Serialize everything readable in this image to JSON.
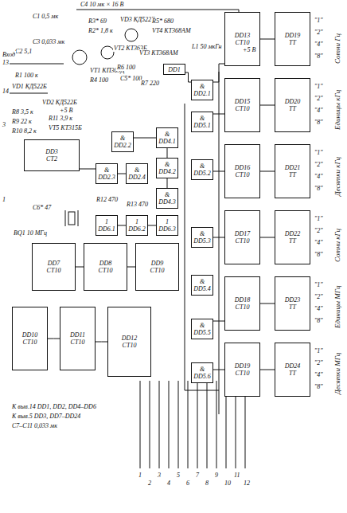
{
  "diagram": {
    "nodes": [
      {
        "text": [
          "DD1"
        ]
      },
      {
        "text": [
          "&",
          "DD2.1"
        ]
      },
      {
        "text": [
          "&",
          "DD5.1"
        ]
      },
      {
        "text": [
          "DD3",
          "CT2"
        ]
      },
      {
        "text": [
          "&",
          "DD2.2"
        ]
      },
      {
        "text": [
          "&",
          "DD2.3"
        ]
      },
      {
        "text": [
          "&",
          "DD2.4"
        ]
      },
      {
        "text": [
          "&",
          "DD4.1"
        ]
      },
      {
        "text": [
          "&",
          "DD4.2"
        ]
      },
      {
        "text": [
          "&",
          "DD4.3"
        ]
      },
      {
        "text": [
          "&",
          "DD5.2"
        ]
      },
      {
        "text": [
          "1",
          "DD6.1"
        ]
      },
      {
        "text": [
          "1",
          "DD6.2"
        ]
      },
      {
        "text": [
          "1",
          "DD6.3"
        ]
      },
      {
        "text": [
          "DD7",
          "CT10"
        ]
      },
      {
        "text": [
          "DD8",
          "CT10"
        ]
      },
      {
        "text": [
          "DD9",
          "CT10"
        ]
      },
      {
        "text": [
          "&",
          "DD5.3"
        ]
      },
      {
        "text": [
          "DD10",
          "CT10"
        ]
      },
      {
        "text": [
          "DD11",
          "CT10"
        ]
      },
      {
        "text": [
          "DD12",
          "CT10"
        ]
      },
      {
        "text": [
          "&",
          "DD5.4"
        ]
      },
      {
        "text": [
          "&",
          "DD5.5"
        ]
      },
      {
        "text": [
          "&",
          "DD5.6"
        ]
      },
      {
        "text": [
          "DD13",
          "CT10"
        ]
      },
      {
        "text": [
          "DD19",
          "TT"
        ]
      },
      {
        "text": [
          "DD15",
          "CT10"
        ]
      },
      {
        "text": [
          "DD20",
          "TT"
        ]
      },
      {
        "text": [
          "DD16",
          "CT10"
        ]
      },
      {
        "text": [
          "DD21",
          "TT"
        ]
      },
      {
        "text": [
          "DD17",
          "CT10"
        ]
      },
      {
        "text": [
          "DD22",
          "TT"
        ]
      },
      {
        "text": [
          "DD18",
          "CT10"
        ]
      },
      {
        "text": [
          "DD23",
          "TT"
        ]
      },
      {
        "text": [
          "DD19",
          "CT10"
        ]
      },
      {
        "text": [
          "DD24",
          "TT"
        ]
      }
    ],
    "edges": [
      {
        "from": 0,
        "to": 1,
        "arrow": "none"
      },
      {
        "from": 1,
        "to": 24,
        "arrow": "none"
      },
      {
        "from": 2,
        "to": 26,
        "arrow": "none"
      },
      {
        "from": 10,
        "to": 28,
        "arrow": "none"
      },
      {
        "from": 17,
        "to": 30,
        "arrow": "none"
      },
      {
        "from": 22,
        "to": 32,
        "arrow": "none"
      },
      {
        "from": 23,
        "to": 34,
        "arrow": "none"
      },
      {
        "from": 24,
        "to": 25,
        "arrow": "none"
      },
      {
        "from": 26,
        "to": 27,
        "arrow": "none"
      },
      {
        "from": 28,
        "to": 29,
        "arrow": "none"
      },
      {
        "from": 30,
        "to": 31,
        "arrow": "none"
      },
      {
        "from": 32,
        "to": 33,
        "arrow": "none"
      },
      {
        "from": 34,
        "to": 35,
        "arrow": "none"
      },
      {
        "from": 3,
        "to": 5,
        "arrow": "none"
      },
      {
        "from": 5,
        "to": 6,
        "arrow": "none"
      },
      {
        "from": 4,
        "to": 7,
        "arrow": "none"
      },
      {
        "from": 7,
        "to": 8,
        "arrow": "none"
      },
      {
        "from": 8,
        "to": 9,
        "arrow": "none"
      },
      {
        "from": 11,
        "to": 12,
        "arrow": "none"
      },
      {
        "from": 12,
        "to": 13,
        "arrow": "none"
      },
      {
        "from": 14,
        "to": 15,
        "arrow": "none"
      },
      {
        "from": 15,
        "to": 16,
        "arrow": "none"
      },
      {
        "from": 18,
        "to": 19,
        "arrow": "none"
      },
      {
        "from": 19,
        "to": 20,
        "arrow": "none"
      }
    ],
    "labels": [
      "C4 10 мк × 16 В",
      "C1 0,5 мк",
      "C3 0,033 мк",
      "C2 5,1",
      "R1 100 к",
      "VD1 КД522Б",
      "VD2 КД522Б",
      "VT1 КП303Д",
      "R4 100",
      "R3* 69",
      "R2* 1,8 к",
      "VD3 КД522Б",
      "VT2 КТ363Б",
      "R5* 680",
      "VT4 КТ368АМ",
      "VT3 КТ368АМ",
      "R6 100",
      "C5* 100",
      "R7 220",
      "L1 50 мкГн",
      "+5 В",
      "Вход",
      "+5 В",
      "R8 3,5 к",
      "R11 3,9 к",
      "R9 22 к",
      "R10 8,2 к",
      "VT5 КТ315Б",
      "R12 470",
      "R13 470",
      "C6* 47",
      "BQ1 10 МГц",
      "13",
      "14",
      "3",
      "1",
      "К выв.14 DD1, DD2, DD4–DD6",
      "К выв.5 DD3, DD7–DD24",
      "C7–C11 0,033 мк",
      "Сотни Гц",
      "Единицы кГц",
      "Десятки кГц",
      "Сотни кГц",
      "Единицы МГц",
      "Десятки МГц",
      "\"1\"",
      "\"2\"",
      "\"4\"",
      "\"8\"",
      "\"1\"",
      "\"2\"",
      "\"4\"",
      "\"8\"",
      "\"1\"",
      "\"2\"",
      "\"4\"",
      "\"8\"",
      "\"1\"",
      "\"2\"",
      "\"4\"",
      "\"8\"",
      "\"1\"",
      "\"2\"",
      "\"4\"",
      "\"8\"",
      "\"1\"",
      "\"2\"",
      "\"4\"",
      "\"8\"",
      "1",
      "2",
      "3",
      "4",
      "5",
      "6",
      "7",
      "8",
      "9",
      "10",
      "11",
      "12"
    ]
  }
}
